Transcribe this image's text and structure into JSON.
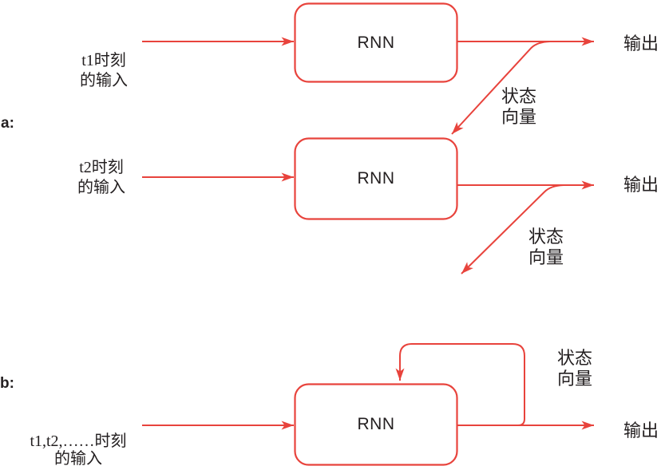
{
  "colors": {
    "accent_red": "#e8433c",
    "text_black": "#231f20",
    "background": "#ffffff"
  },
  "sections": {
    "a": {
      "label": "a:",
      "rows": [
        {
          "input_line1": "t1时刻",
          "input_line2": "的输入",
          "box_label": "RNN",
          "output_label": "输出",
          "state_line1": "状态",
          "state_line2": "向量"
        },
        {
          "input_line1": "t2时刻",
          "input_line2": "的输入",
          "box_label": "RNN",
          "output_label": "输出",
          "state_line1": "状态",
          "state_line2": "向量"
        }
      ]
    },
    "b": {
      "label": "b:",
      "input_line1": "t1,t2,……时刻",
      "input_line2": "的输入",
      "box_label": "RNN",
      "output_label": "输出",
      "state_line1": "状态",
      "state_line2": "向量"
    }
  }
}
